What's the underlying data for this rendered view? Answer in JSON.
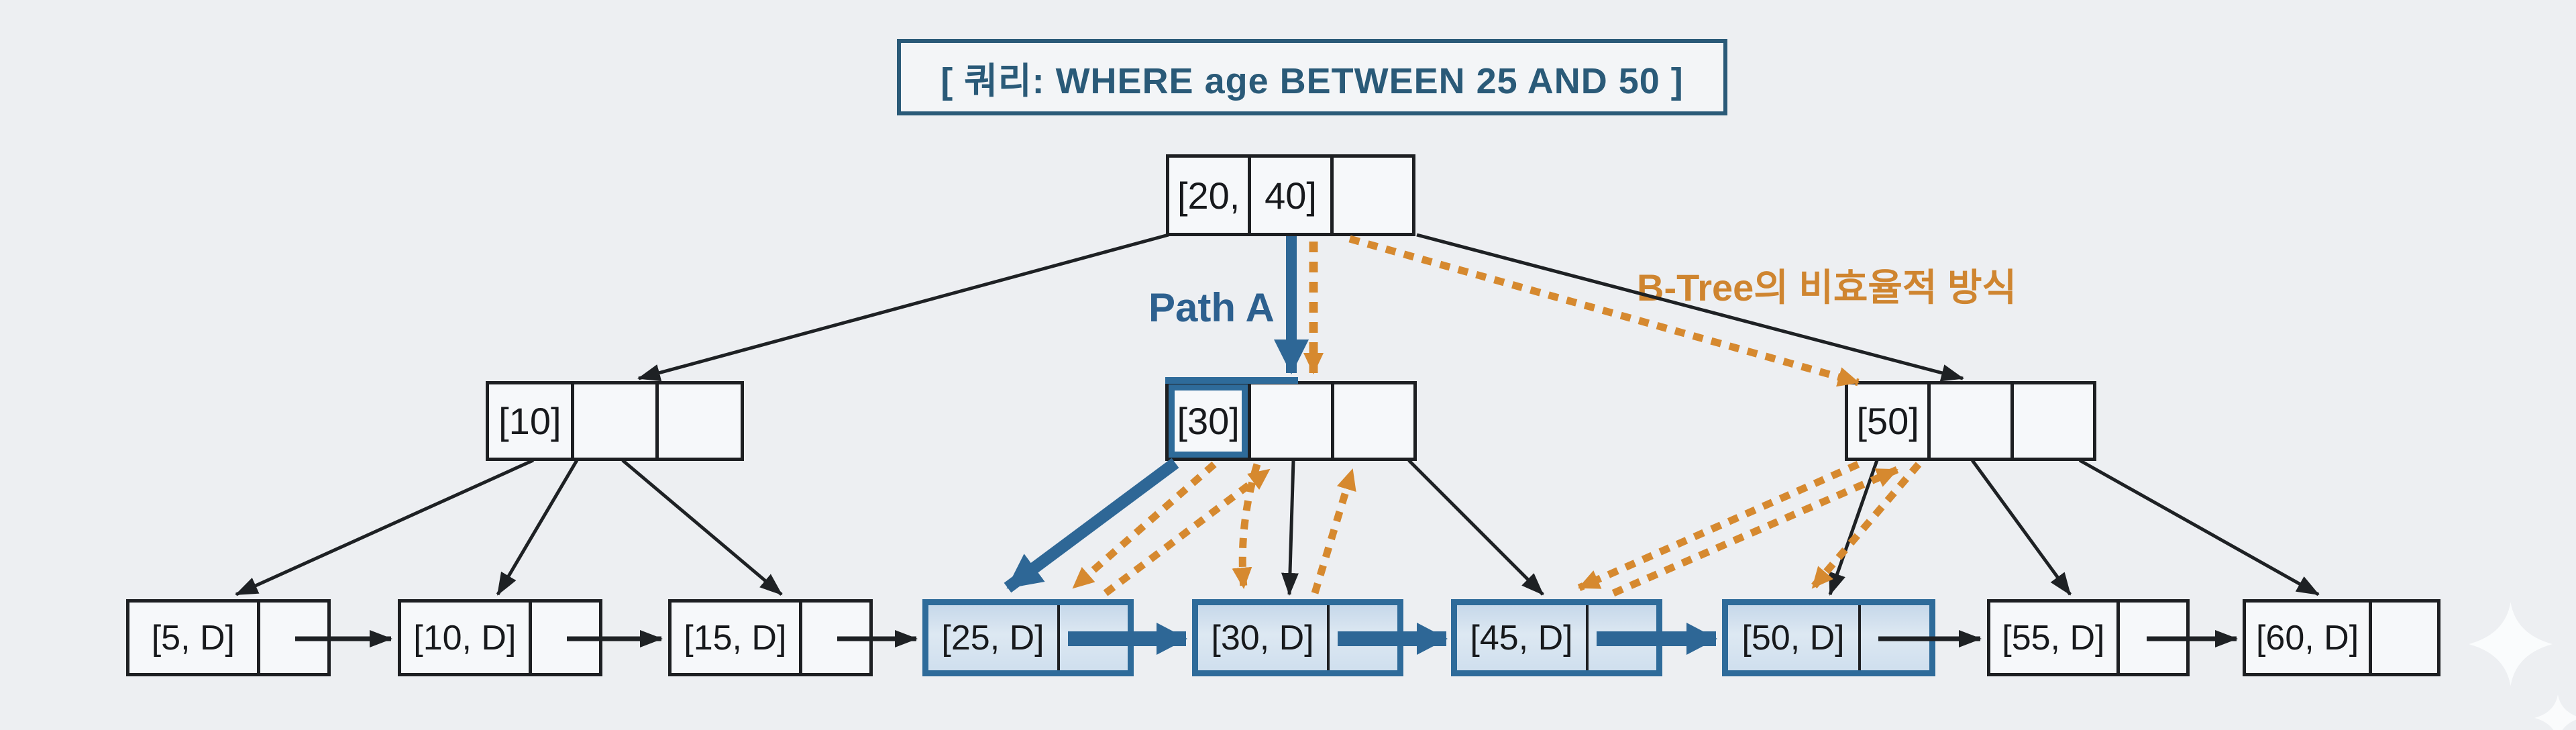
{
  "query_banner": {
    "label": "[ 쿼리: WHERE age BETWEEN 25 AND 50 ]"
  },
  "annotations": {
    "path_a_label": "Path A",
    "inefficient_label": "B-Tree의 비효율적 방식"
  },
  "colors": {
    "background": "#edeff2",
    "title_navy": "#2a5a78",
    "accent_blue": "#2e6796",
    "accent_orange": "#d6892f",
    "node_border_black": "#1d1f22",
    "highlight_leaf_fill": "#cfdeed",
    "highlight_leaf_border": "#2e6b9a"
  },
  "tree": {
    "root": {
      "cells": [
        "[20,",
        "40]",
        ""
      ]
    },
    "internal": [
      {
        "cells": [
          "[10]",
          "",
          ""
        ],
        "highlighted": false
      },
      {
        "cells": [
          "[30]",
          "",
          ""
        ],
        "highlighted": true
      },
      {
        "cells": [
          "[50]",
          "",
          ""
        ],
        "highlighted": false
      }
    ],
    "leaves": [
      {
        "label": "[5, D]",
        "highlighted": false
      },
      {
        "label": "[10, D]",
        "highlighted": false
      },
      {
        "label": "[15, D]",
        "highlighted": false
      },
      {
        "label": "[25, D]",
        "highlighted": true
      },
      {
        "label": "[30, D]",
        "highlighted": true
      },
      {
        "label": "[45, D]",
        "highlighted": true
      },
      {
        "label": "[50, D]",
        "highlighted": true
      },
      {
        "label": "[55, D]",
        "highlighted": false
      },
      {
        "label": "[60, D]",
        "highlighted": false
      }
    ]
  }
}
